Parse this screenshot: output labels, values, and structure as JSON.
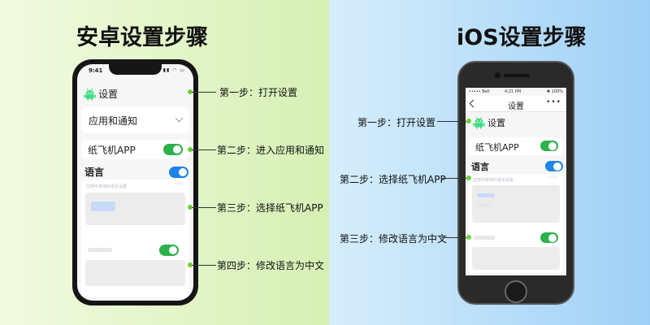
{
  "android": {
    "heading": "安卓设置步骤",
    "status_time": "9:41",
    "status_icons": "▮▮ ◠ ▭",
    "header_label": "设置",
    "header_icon": "android-robot-icon",
    "card_apps": "应用和通知",
    "card_app_name": "纸飞机APP",
    "language_label": "语言",
    "sub_caption": "应用中使用的语言设置",
    "sub_more": "···",
    "steps": [
      "第一步：打开设置",
      "第二步：进入应用和通知",
      "第三步：选择纸飞机APP",
      "第四步：修改语言为中文"
    ]
  },
  "ios": {
    "heading": "iOS设置步骤",
    "status_carrier": "••••• Bell",
    "status_time": "4:21 PM",
    "status_right": "✱ 100%",
    "nav_title": "设置",
    "nav_more": "•••",
    "header_label": "设置",
    "header_icon": "android-robot-icon",
    "card_app_name": "纸飞机APP",
    "language_label": "语言",
    "sub_caption": "应用中使用的语言设置",
    "sub_more": "···",
    "steps": [
      "第一步：打开设置",
      "第二步：选择纸飞机APP",
      "第三步：修改语言为中文"
    ]
  },
  "colors": {
    "toggle_green": "#2bb24c",
    "toggle_blue": "#1e84e6",
    "step_dot": "#6fcf3a",
    "android_bg": "#d6f0b4",
    "ios_bg": "#9fd0f6"
  }
}
